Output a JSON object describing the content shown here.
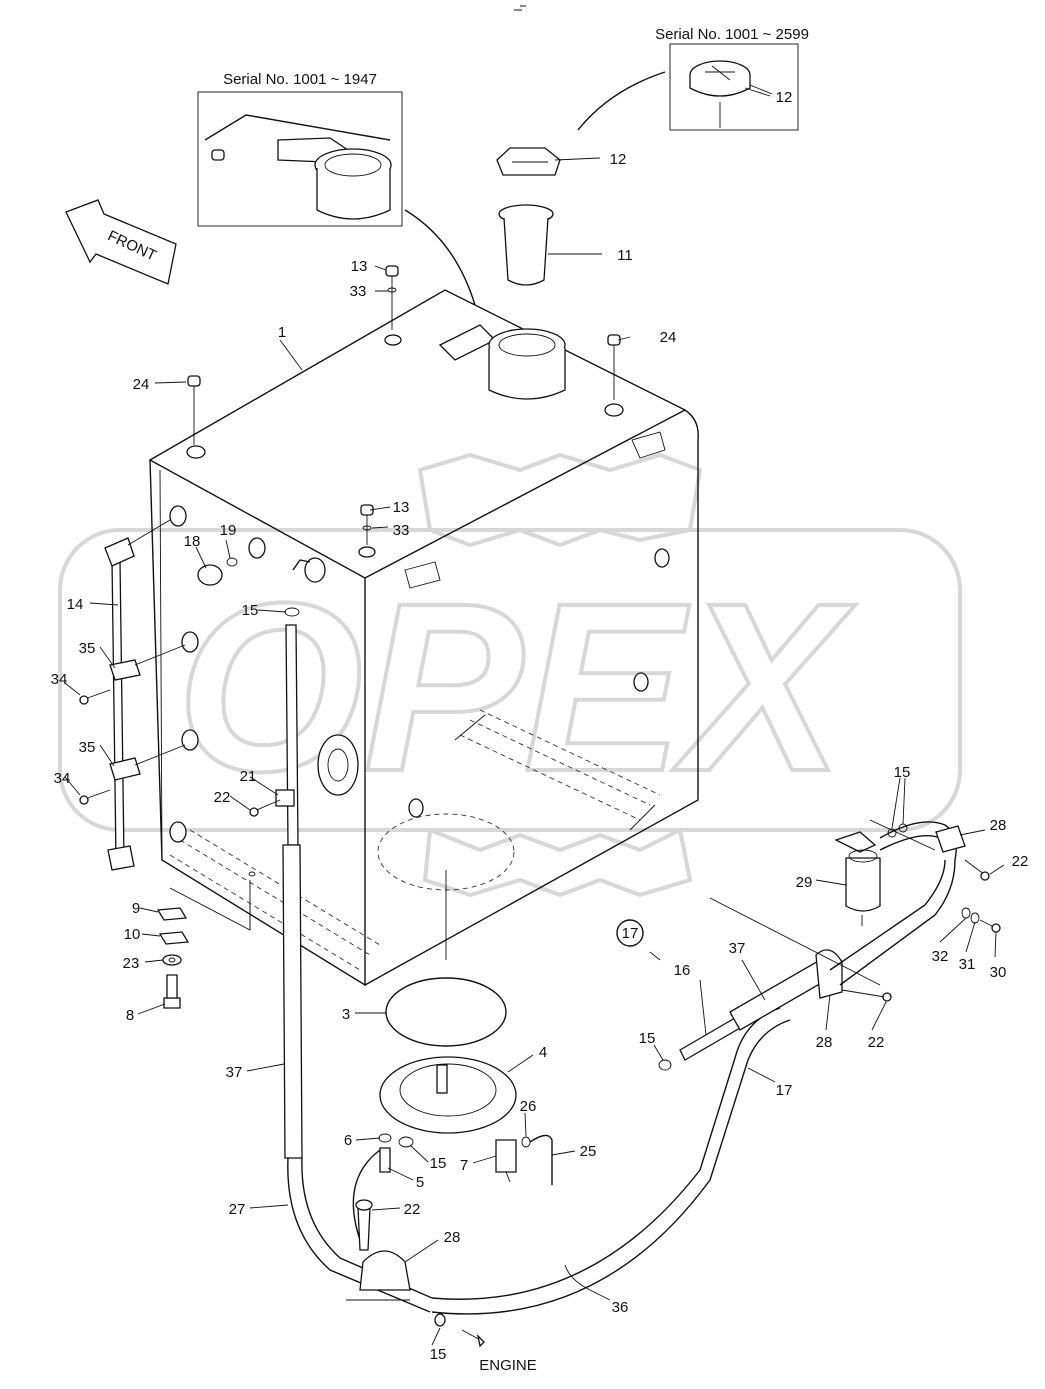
{
  "insets": {
    "left_serial": "Serial No. 1001 ~ 1947",
    "right_serial": "Serial No. 1001 ~ 2599"
  },
  "front_arrow_label": "FRONT",
  "engine_label": "ENGINE",
  "watermark_text": "OPEX",
  "ref_circle": "17",
  "callouts": {
    "c1": "1",
    "c3": "3",
    "c4": "4",
    "c5": "5",
    "c6": "6",
    "c7": "7",
    "c8": "8",
    "c9": "9",
    "c10": "10",
    "c11": "11",
    "c12a": "12",
    "c12b": "12",
    "c13a": "13",
    "c13b": "13",
    "c14": "14",
    "c15a": "15",
    "c15b": "15",
    "c15c": "15",
    "c15d": "15",
    "c15e": "15",
    "c16": "16",
    "c17": "17",
    "c18": "18",
    "c19": "19",
    "c21": "21",
    "c22a": "22",
    "c22b": "22",
    "c22c": "22",
    "c22d": "22",
    "c23": "23",
    "c24a": "24",
    "c24b": "24",
    "c25": "25",
    "c26": "26",
    "c27": "27",
    "c28a": "28",
    "c28b": "28",
    "c28c": "28",
    "c29": "29",
    "c30": "30",
    "c31": "31",
    "c32": "32",
    "c33a": "33",
    "c33b": "33",
    "c34a": "34",
    "c34b": "34",
    "c35a": "35",
    "c35b": "35",
    "c36": "36",
    "c37a": "37",
    "c37b": "37"
  },
  "colors": {
    "line": "#111111",
    "watermark": "#d7d7d7",
    "background": "#ffffff"
  }
}
